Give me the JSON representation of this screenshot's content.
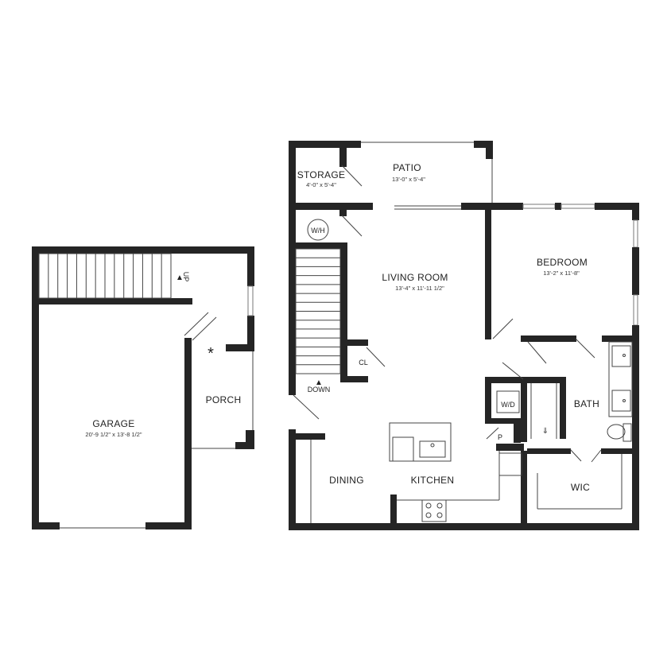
{
  "rooms": {
    "storage": {
      "name": "STORAGE",
      "dims": "4'-0\" x 5'-4\""
    },
    "patio": {
      "name": "PATIO",
      "dims": "13'-0\" x 5'-4\""
    },
    "living": {
      "name": "LIVING ROOM",
      "dims": "13'-4\" x 11'-11 1/2\""
    },
    "bedroom": {
      "name": "BEDROOM",
      "dims": "13'-2\" x 11'-8\""
    },
    "garage": {
      "name": "GARAGE",
      "dims": "20'-9 1/2\" x 13'-8 1/2\""
    },
    "porch": {
      "name": "PORCH"
    },
    "bath": {
      "name": "BATH"
    },
    "wic": {
      "name": "WIC"
    },
    "dining": {
      "name": "DINING"
    },
    "kitchen": {
      "name": "KITCHEN"
    }
  },
  "labels": {
    "water_heater": "W/H",
    "closet": "CL",
    "washer_dryer": "W/D",
    "pantry": "P",
    "down": "DOWN",
    "up": "UP",
    "light_symbol": "*"
  }
}
